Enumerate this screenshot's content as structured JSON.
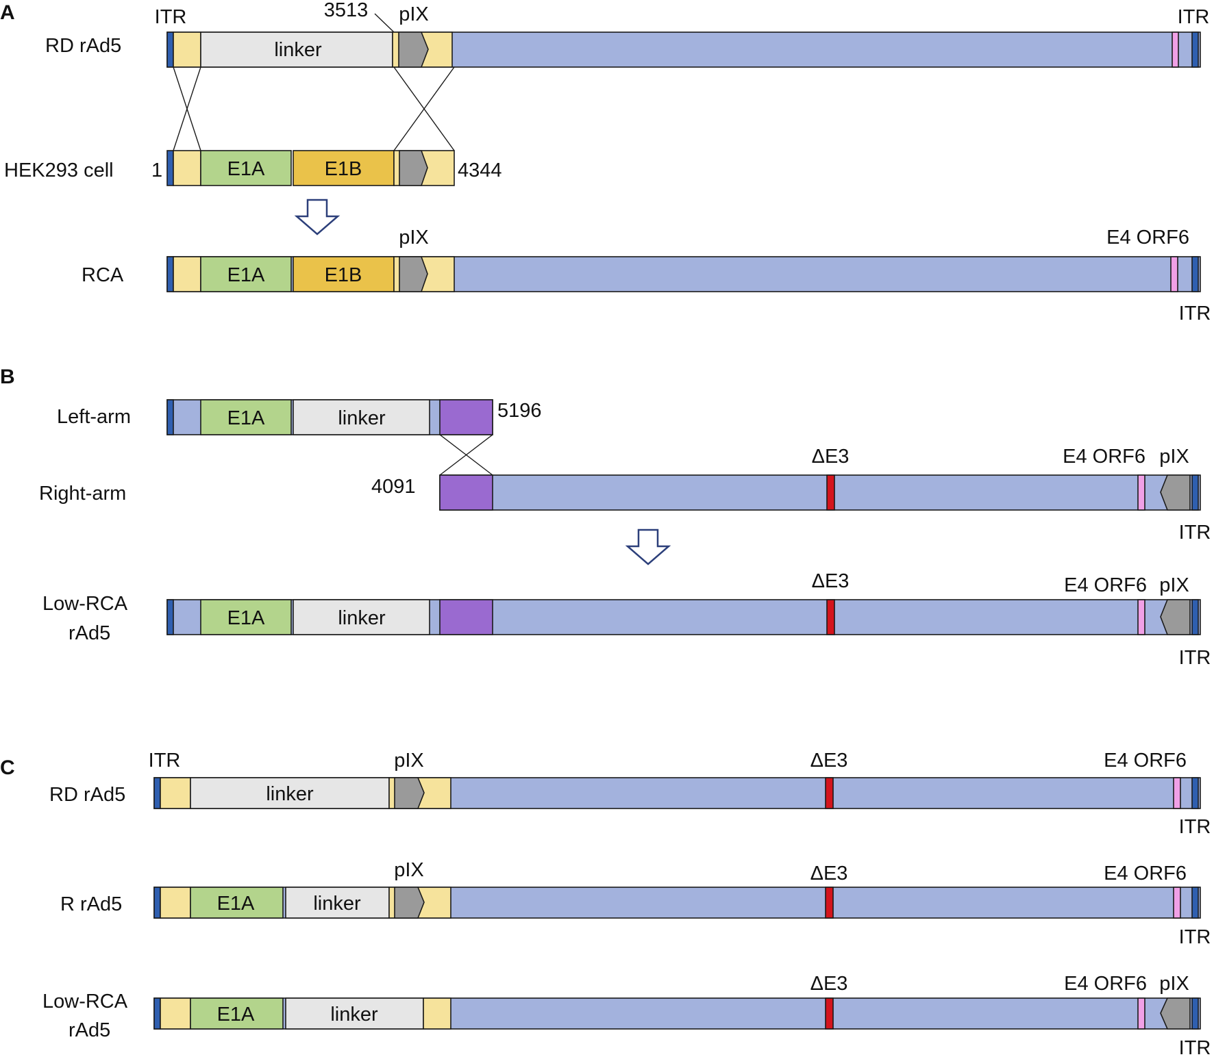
{
  "colors": {
    "itr": "#2f5fb0",
    "flank": "#f6e39c",
    "linker": "#e6e6e6",
    "e1a": "#b3d48c",
    "e1b": "#eac24a",
    "pix": "#9a9a9a",
    "backbone": "#a3b2dd",
    "e4orf6": "#f0a0e6",
    "deltaE3": "#d4141c",
    "overlap": "#9a6ad0",
    "arrow_outline": "#2c3f7a"
  },
  "icons": {
    "recombination": "crossover-lines",
    "result_arrow": "hollow-down-arrow",
    "pix_gene": "pentagon-arrow"
  },
  "panel_a": {
    "letter": "A",
    "rd_rad5": {
      "name": "RD rAd5",
      "itr_left": "ITR",
      "itr_right": "ITR",
      "linker": "linker",
      "pos_3513": "3513",
      "pix": "pIX"
    },
    "hek293": {
      "name": "HEK293 cell",
      "e1a": "E1A",
      "e1b": "E1B",
      "start": "1",
      "end": "4344"
    },
    "rca": {
      "name": "RCA",
      "e1a": "E1A",
      "e1b": "E1B",
      "pix": "pIX",
      "e4orf6": "E4 ORF6",
      "itr": "ITR"
    }
  },
  "panel_b": {
    "letter": "B",
    "left_arm": {
      "name": "Left-arm",
      "e1a": "E1A",
      "linker": "linker",
      "end": "5196"
    },
    "right_arm": {
      "name": "Right-arm",
      "start": "4091",
      "delta_e3": "ΔE3",
      "e4orf6": "E4 ORF6",
      "pix": "pIX",
      "itr": "ITR"
    },
    "low_rca": {
      "name_line1": "Low-RCA",
      "name_line2": "rAd5",
      "e1a": "E1A",
      "linker": "linker",
      "delta_e3": "ΔE3",
      "e4orf6": "E4 ORF6",
      "pix": "pIX",
      "itr": "ITR"
    }
  },
  "panel_c": {
    "letter": "C",
    "rd_rad5": {
      "name": "RD rAd5",
      "itr_left": "ITR",
      "linker": "linker",
      "pix": "pIX",
      "delta_e3": "ΔE3",
      "e4orf6": "E4 ORF6",
      "itr_right": "ITR"
    },
    "r_rad5": {
      "name": "R rAd5",
      "e1a": "E1A",
      "linker": "linker",
      "pix": "pIX",
      "delta_e3": "ΔE3",
      "e4orf6": "E4 ORF6",
      "itr": "ITR"
    },
    "low_rca": {
      "name_line1": "Low-RCA",
      "name_line2": "rAd5",
      "e1a": "E1A",
      "linker": "linker",
      "delta_e3": "ΔE3",
      "e4orf6": "E4 ORF6",
      "pix": "pIX",
      "itr": "ITR"
    }
  }
}
